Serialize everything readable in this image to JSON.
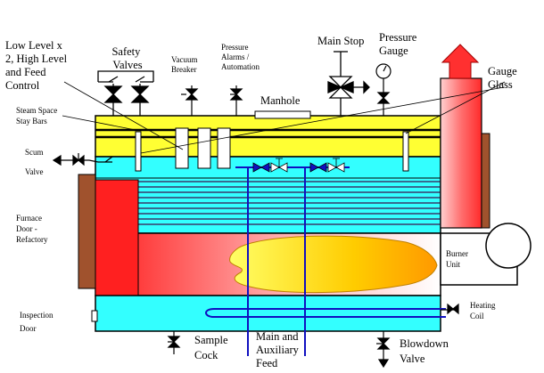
{
  "labels": {
    "low_level": [
      "Low Level x",
      "2, High Level",
      "and Feed",
      "Control"
    ],
    "safety_valves": [
      "Safety",
      "Valves"
    ],
    "vacuum_breaker": [
      "Vacuum",
      "Breaker"
    ],
    "pressure_alarms": [
      "Pressure",
      "Alarms /",
      "Automation"
    ],
    "main_stop": "Main Stop",
    "pressure_gauge": [
      "Pressure",
      "Gauge"
    ],
    "gauge_glass": [
      "Gauge",
      "Glass"
    ],
    "manhole": "Manhole",
    "steam_space": [
      "Steam Space",
      "Stay Bars"
    ],
    "scum_valve": [
      "Scum",
      "Valve"
    ],
    "furnace_door": [
      "Furnace",
      "Door -",
      "Refactory"
    ],
    "burner_unit": [
      "Burner",
      "Unit"
    ],
    "inspection_door": [
      "Inspection",
      "Door"
    ],
    "heating_coil": [
      "Heating",
      "Coil"
    ],
    "sample_cock": [
      "Sample",
      "Cock"
    ],
    "main_aux_feed": [
      "Main and",
      "Auxiliary",
      "Feed"
    ],
    "blowdown_valve": [
      "Blowdown",
      "Valve"
    ]
  },
  "colors": {
    "steam_space": "#ffff33",
    "water": "#33ffff",
    "furnace_red": "#ff2020",
    "refractory": "#a0522d",
    "flame": "#ffd000",
    "feed_pipe": "#1010c0",
    "chimney": "#ff3030"
  },
  "icons": {
    "valve": "bowtie-valve-icon",
    "gauge": "dial-gauge-icon",
    "exhaust": "up-arrow-icon"
  }
}
